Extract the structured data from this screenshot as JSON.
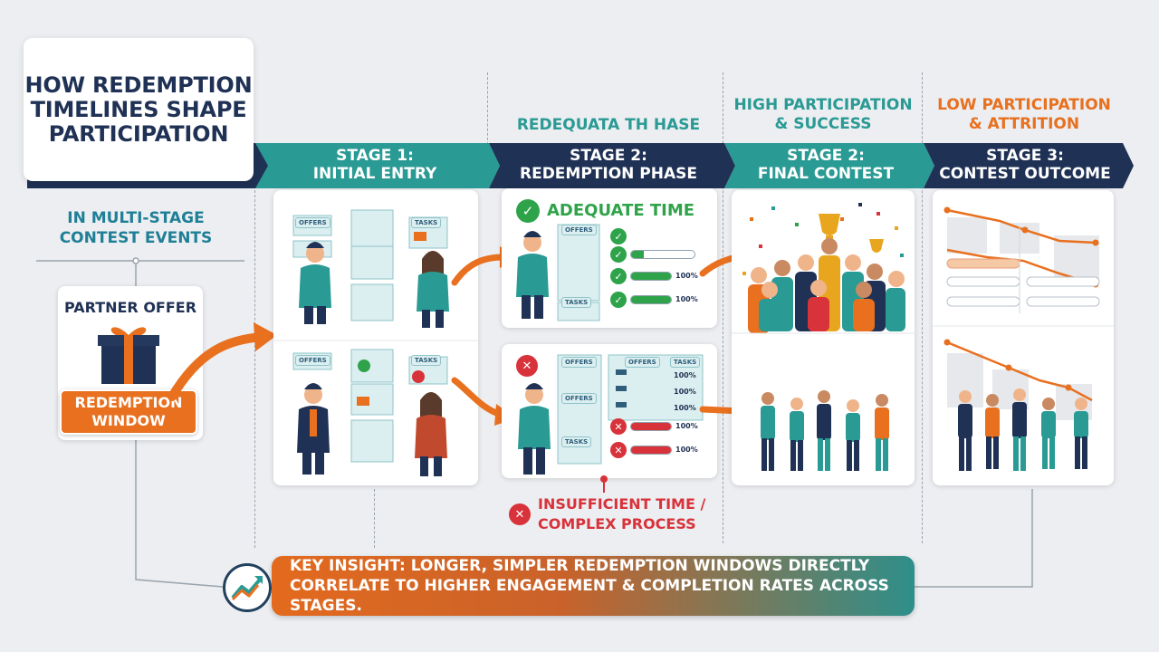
{
  "title": "HOW REDEMPTION TIMELINES SHAPE PARTICIPATION",
  "subtitle": "IN MULTI-STAGE CONTEST EVENTS",
  "partner_offer": {
    "label": "PARTNER OFFER",
    "window_label": "REDEMPTION WINDOW"
  },
  "top_headers": {
    "stage2": "REDEQUATA TH HASE",
    "high": "HIGH PARTICIPATION & SUCCESS",
    "low": "LOW PARTICIPATION & ATTRITION"
  },
  "bands": [
    {
      "line1": "STAGE 1:",
      "line2": "INITIAL ENTRY"
    },
    {
      "line1": "STAGE 2:",
      "line2": "REDEMPTION PHASE"
    },
    {
      "line1": "STAGE 2:",
      "line2": "FINAL CONTEST"
    },
    {
      "line1": "STAGE 3:",
      "line2": "CONTEST OUTCOME"
    }
  ],
  "adequate_label": "ADEQUATE TIME",
  "insufficient_label": "INSUFFICIENT TIME / COMPLEX PROCESS",
  "labels": {
    "offers": "OFFERS",
    "tasks": "TASKS",
    "pct": "100%"
  },
  "insight": "KEY INSIGHT: LONGER, SIMPLER REDEMPTION WINDOWS DIRECTLY CORRELATE TO HIGHER ENGAGEMENT & COMPLETION RATES ACROSS STAGES.",
  "colors": {
    "navy": "#1f3154",
    "teal": "#2a9a94",
    "orange": "#e8701f",
    "green": "#2fa34a",
    "red": "#d8323a"
  }
}
